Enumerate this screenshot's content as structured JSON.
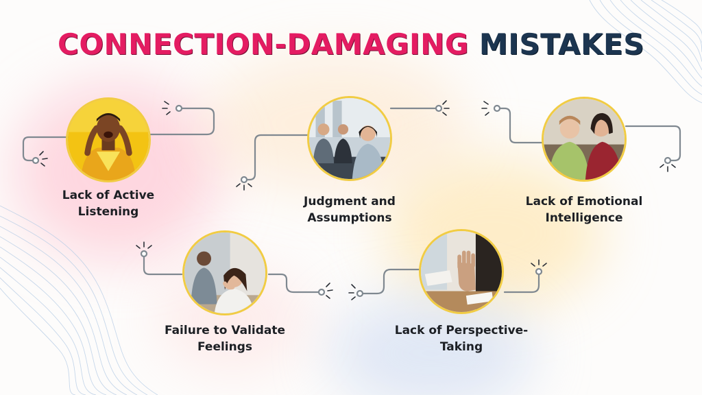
{
  "title": {
    "part1": "CONNECTION-DAMAGING",
    "part2": "MISTAKES"
  },
  "colors": {
    "title_pink": "#e41c62",
    "title_navy": "#1c3550",
    "ring_yellow": "#f1cc43",
    "connector_gray": "#7f8890"
  },
  "items": [
    {
      "line1": "Lack of Active",
      "line2": "Listening",
      "image": "person-covering-ears-photo"
    },
    {
      "line1": "Judgment and",
      "line2": "Assumptions",
      "image": "office-meeting-photo"
    },
    {
      "line1": "Lack of Emotional",
      "line2": "Intelligence",
      "image": "two-women-on-couch-photo"
    },
    {
      "line1": "Failure to Validate",
      "line2": "Feelings",
      "image": "frustrated-woman-photo"
    },
    {
      "line1": "Lack of Perspective-",
      "line2": "Taking",
      "image": "hand-refusal-gesture-photo"
    }
  ]
}
